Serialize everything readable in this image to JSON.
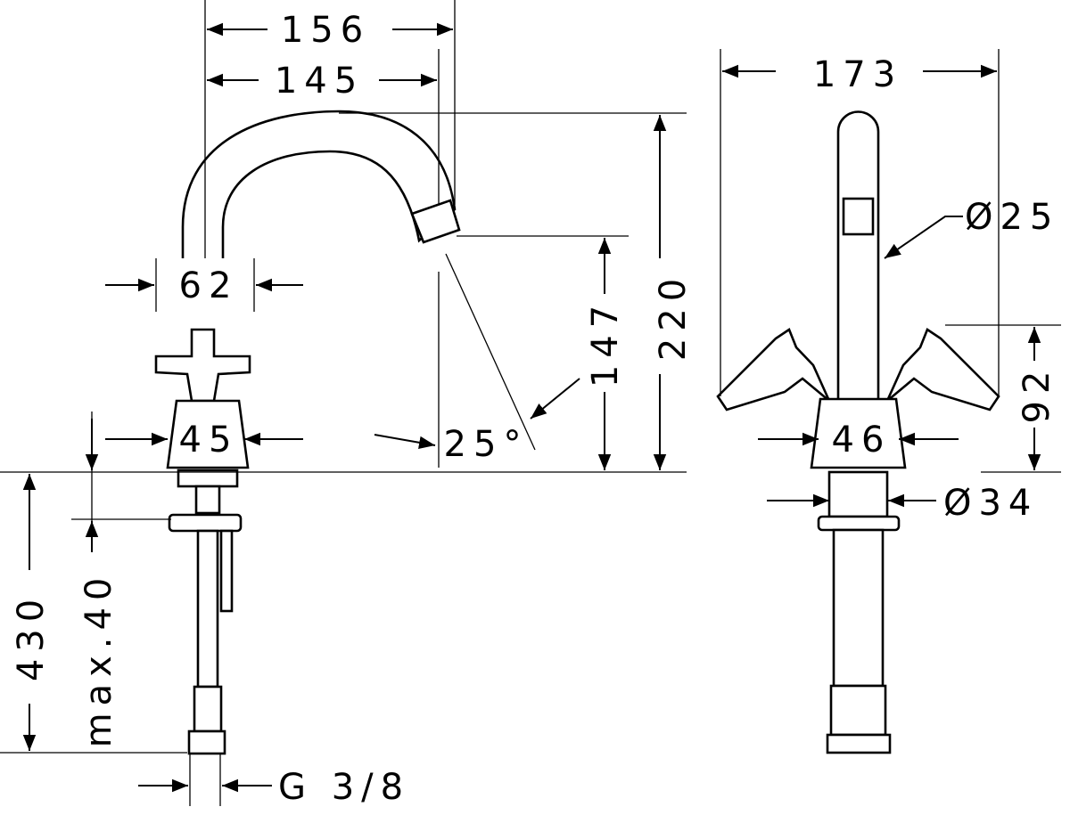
{
  "dimensions": {
    "spout_reach_total": "156",
    "spout_reach": "145",
    "handle_width": "62",
    "body_width_side": "45",
    "spout_outlet_height": "147",
    "total_height": "220",
    "spout_angle": "25°",
    "hose_length": "430",
    "max_deck_thickness": "max.40",
    "connection_thread": "G 3/8",
    "handle_span": "173",
    "spout_diameter": "Ø25",
    "handle_height": "92",
    "body_width_front": "46",
    "base_diameter": "Ø34"
  }
}
